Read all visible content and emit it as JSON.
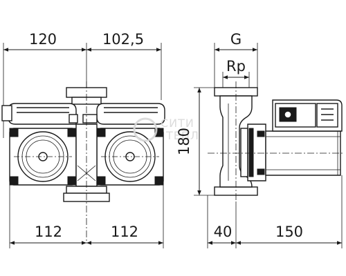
{
  "dimensions": {
    "front_top_left": "120",
    "front_top_right": "102,5",
    "front_bottom_left": "112",
    "front_bottom_right": "112",
    "side_top_connection": "G",
    "side_inner_thread": "Rp",
    "side_height": "180",
    "side_bottom_left": "40",
    "side_bottom_right": "150"
  },
  "watermark": {
    "line1": "СИТИ",
    "line2": "ТЕПЛ"
  }
}
